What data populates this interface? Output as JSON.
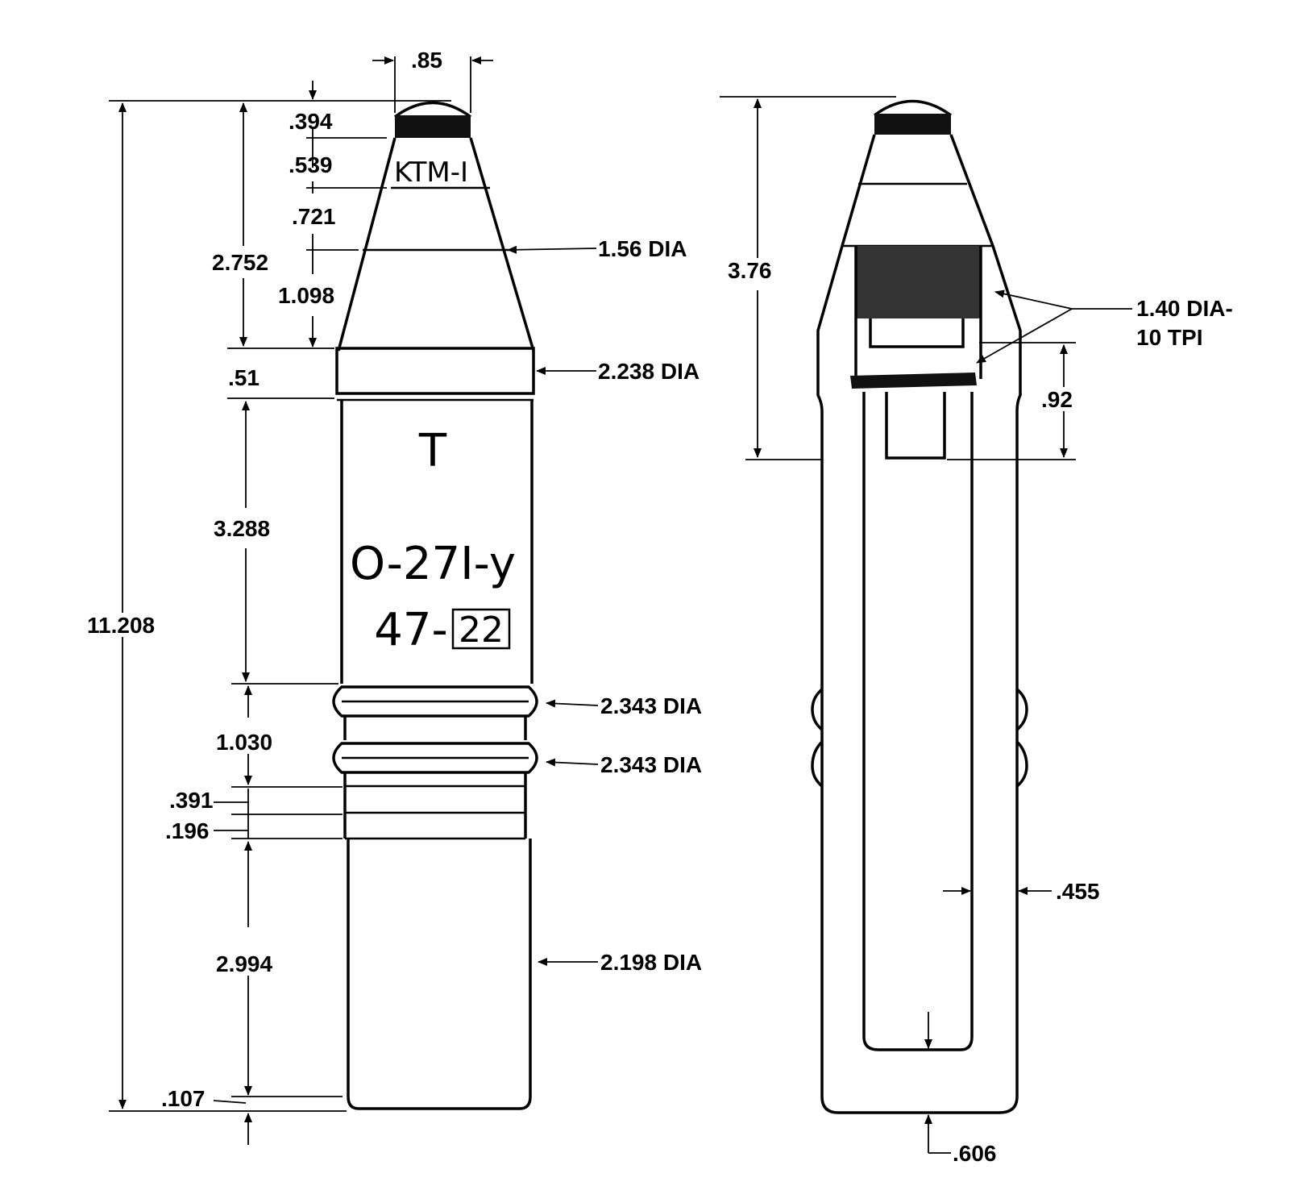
{
  "left_view": {
    "markings": {
      "fuze": "KTM-I",
      "line1": "T",
      "line2": "O-27I-y",
      "line3_prefix": "47-",
      "line3_box": "22"
    },
    "dimensions": {
      "top_width": ".85",
      "d_394": ".394",
      "d_539": ".539",
      "d_721": ".721",
      "d_2752": "2.752",
      "d_1098": "1.098",
      "dia_156": "1.56 DIA",
      "d_51": ".51",
      "dia_2238": "2.238 DIA",
      "d_3288": "3.288",
      "overall": "11.208",
      "dia_2343_a": "2.343 DIA",
      "dia_2343_b": "2.343 DIA",
      "d_1030": "1.030",
      "d_391": ".391",
      "d_196": ".196",
      "d_2994": "2.994",
      "dia_2198": "2.198 DIA",
      "d_107": ".107"
    }
  },
  "right_view": {
    "dimensions": {
      "d_376": "3.76",
      "thread_line1": "1.40 DIA-",
      "thread_line2": "10 TPI",
      "d_92": ".92",
      "d_455": ".455",
      "d_606": ".606"
    }
  }
}
